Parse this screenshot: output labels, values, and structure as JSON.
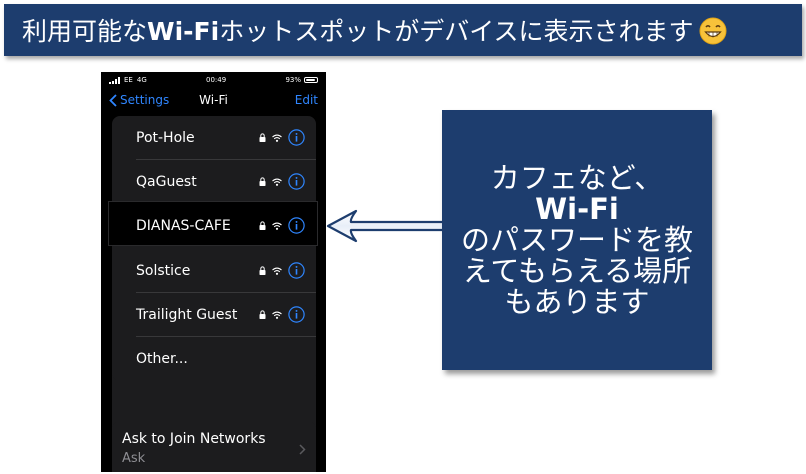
{
  "banner": {
    "text_before": "利用可能な",
    "text_bold": "Wi-Fi",
    "text_after": "ホットスポットがデバイスに表示されます",
    "emoji": "grinning-face-icon",
    "bg_color": "#1d3d6e"
  },
  "phone": {
    "status": {
      "carrier": "EE",
      "network": "4G",
      "time": "00:49",
      "battery": "93%",
      "battery_level": 0.93
    },
    "nav": {
      "back_label": "Settings",
      "title": "Wi-Fi",
      "edit_label": "Edit"
    },
    "networks": [
      {
        "name": "Pot-Hole"
      },
      {
        "name": "QaGuest"
      },
      {
        "name": "DIANAS-CAFE"
      },
      {
        "name": "Solstice"
      },
      {
        "name": "Trailight Guest"
      }
    ],
    "other_label": "Other...",
    "ask_to_join": {
      "label": "Ask to Join Networks",
      "value": "Ask"
    }
  },
  "callout": {
    "lines": [
      "カフェなど、",
      "Wi-Fi",
      "のパスワードを教",
      "えてもらえる場所",
      "もあります"
    ],
    "bg_color": "#1d3d6e"
  },
  "colors": {
    "accent_blue": "#2f86ff"
  }
}
